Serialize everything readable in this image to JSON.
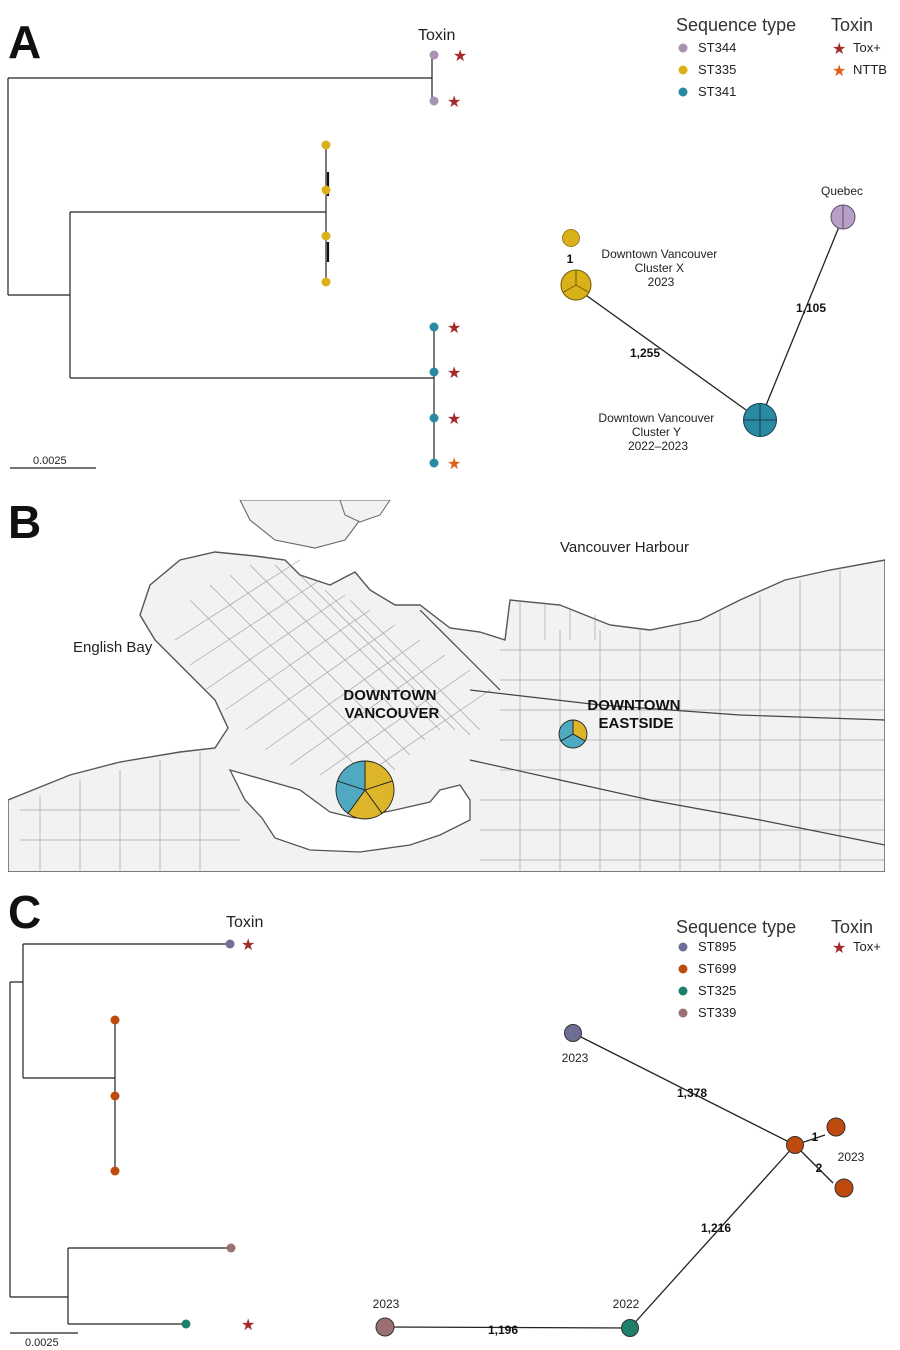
{
  "panel_a": {
    "letter": "A",
    "toxin_column_title": "Toxin",
    "scale_label": "0.0025",
    "legend": {
      "sequence_type_title": "Sequence type",
      "sequence_types": [
        {
          "label": "ST344",
          "color": "#a893b5"
        },
        {
          "label": "ST335",
          "color": "#d9b21b"
        },
        {
          "label": "ST341",
          "color": "#2b8aa3"
        }
      ],
      "toxin_title": "Toxin",
      "toxins": [
        {
          "label": "Tox+",
          "color": "#a52a2a"
        },
        {
          "label": "NTTB",
          "color": "#e0601a"
        }
      ]
    },
    "network": {
      "nodes": [
        {
          "id": "x_small",
          "label": ""
        },
        {
          "id": "x_main",
          "label_lines": [
            "Downtown Vancouver",
            "Cluster X",
            "2023"
          ]
        },
        {
          "id": "quebec",
          "label_lines": [
            "Quebec"
          ]
        },
        {
          "id": "y_main",
          "label_lines": [
            "Downtown Vancouver",
            "Cluster Y",
            "2022–2023"
          ]
        }
      ],
      "edges": [
        {
          "from": "x_small",
          "to": "x_main",
          "label": "1"
        },
        {
          "from": "x_main",
          "to": "y_main",
          "label": "1,255"
        },
        {
          "from": "quebec",
          "to": "y_main",
          "label": "1,105"
        }
      ]
    }
  },
  "panel_b": {
    "letter": "B",
    "water_labels": [
      "Vancouver Harbour",
      "English Bay"
    ],
    "areas": [
      {
        "lines": [
          "DOWNTOWN",
          "VANCOUVER"
        ]
      },
      {
        "lines": [
          "DOWNTOWN",
          "EASTSIDE"
        ]
      }
    ],
    "pie_colors": {
      "st335": "#dcb52b",
      "st341": "#4ea9c1"
    }
  },
  "panel_c": {
    "letter": "C",
    "toxin_column_title": "Toxin",
    "scale_label": "0.0025",
    "legend": {
      "sequence_type_title": "Sequence type",
      "sequence_types": [
        {
          "label": "ST895",
          "color": "#6f6f96"
        },
        {
          "label": "ST699",
          "color": "#bf4a0e"
        },
        {
          "label": "ST325",
          "color": "#1f7f6a"
        },
        {
          "label": "ST339",
          "color": "#9c7070"
        }
      ],
      "toxin_title": "Toxin",
      "toxins": [
        {
          "label": "Tox+",
          "color": "#a52a2a"
        }
      ]
    },
    "network": {
      "node_labels": {
        "st895": "2023",
        "st699_pair": "2023",
        "st339": "2023",
        "st325": "2022"
      },
      "edges": [
        {
          "from": "st895",
          "to": "st699_center",
          "label": "1,378"
        },
        {
          "from": "st699_center",
          "to": "st699_top",
          "label": "1"
        },
        {
          "from": "st699_center",
          "to": "st699_bottom",
          "label": "2"
        },
        {
          "from": "st325",
          "to": "st699_center",
          "label": "1,216"
        },
        {
          "from": "st339",
          "to": "st325",
          "label": "1,196"
        }
      ]
    }
  }
}
